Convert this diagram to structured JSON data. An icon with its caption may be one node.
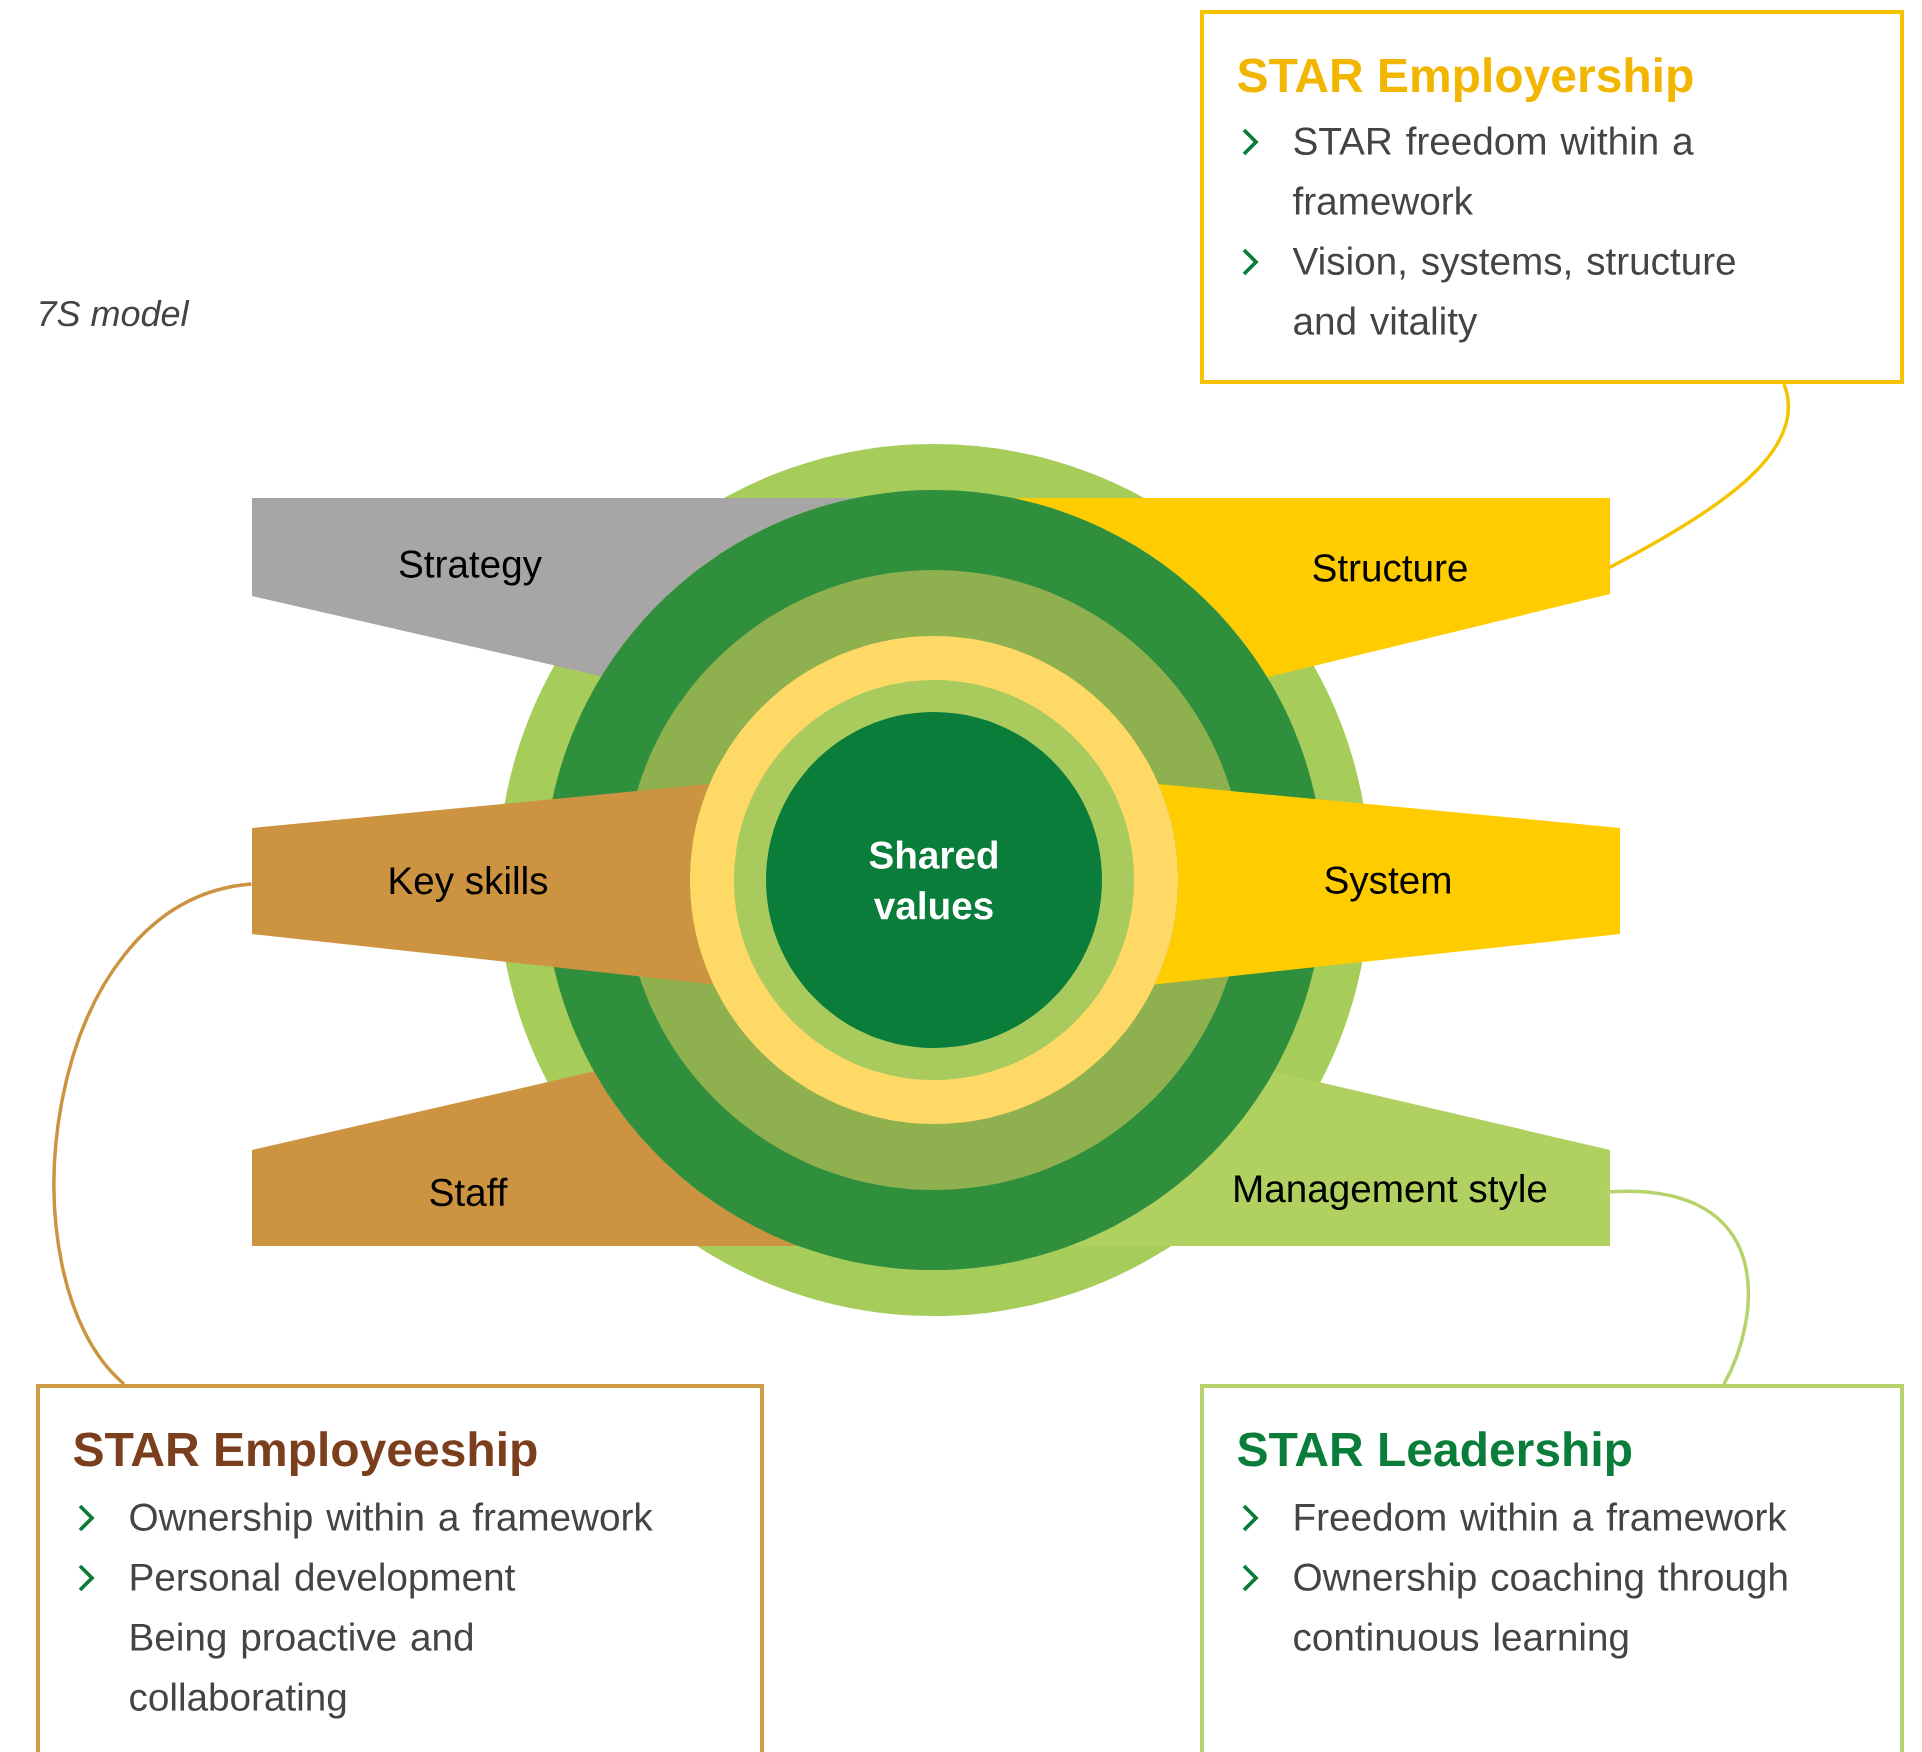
{
  "diagram": {
    "nodes": [
      {
        "text": [
          "STAR Employership",
          "STAR freedom within a framework",
          "Vision, systems, structure and vitality"
        ]
      },
      {
        "text": [
          "Strategy"
        ]
      },
      {
        "text": [
          "Structure"
        ]
      },
      {
        "text": [
          "Key skills"
        ]
      },
      {
        "text": [
          "Shared values"
        ]
      },
      {
        "text": [
          "System"
        ]
      },
      {
        "text": [
          "Staff"
        ]
      },
      {
        "text": [
          "Management style"
        ]
      },
      {
        "text": [
          "STAR Employeeship",
          "Ownership within a framework",
          "Personal development",
          "Being proactive and collaborating"
        ]
      },
      {
        "text": [
          "STAR Leadership",
          "Freedom within a framework",
          "Ownership coaching through continuous learning"
        ]
      }
    ],
    "edges": [
      {
        "from": 0,
        "to": 2,
        "arrow": "none",
        "color": "#f5c400"
      },
      {
        "from": 3,
        "to": 8,
        "arrow": "none",
        "color": "#cc9440"
      },
      {
        "from": 7,
        "to": 9,
        "arrow": "none",
        "color": "#b5d36a"
      }
    ],
    "labels": [
      "7S model"
    ]
  }
}
